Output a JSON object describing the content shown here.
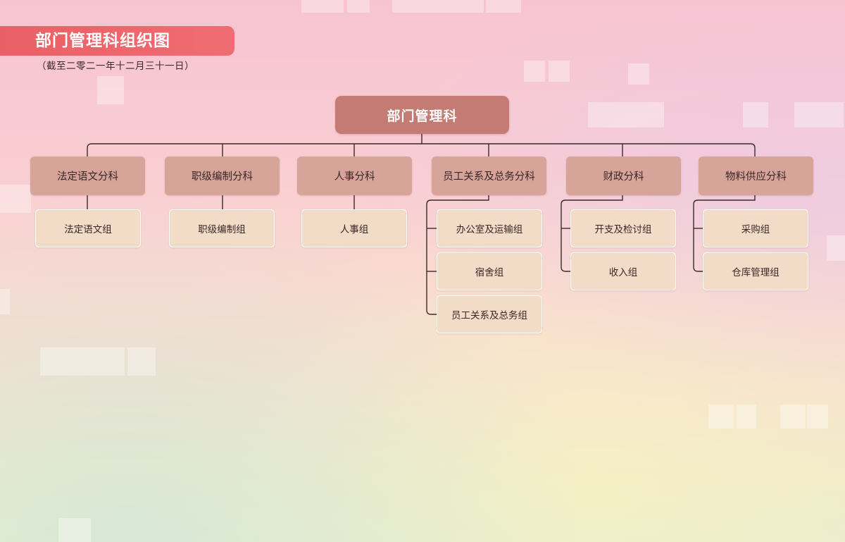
{
  "header": {
    "title": "部门管理科组织图",
    "subtitle": "（截至二零二一年十二月三十一日）"
  },
  "colors": {
    "title_banner": "#ea5f66",
    "root_box": "#c47b73",
    "division_box": "#d7a49a",
    "group_box": "#f2dcc7",
    "connector_line": "#3a2a2a"
  },
  "org_chart": {
    "root": {
      "label": "部门管理科"
    },
    "divisions": [
      {
        "label": "法定语文分科",
        "groups": [
          {
            "label": "法定语文组"
          }
        ]
      },
      {
        "label": "职级编制分科",
        "groups": [
          {
            "label": "职级编制组"
          }
        ]
      },
      {
        "label": "人事分科",
        "groups": [
          {
            "label": "人事组"
          }
        ]
      },
      {
        "label": "员工关系及总务分科",
        "groups": [
          {
            "label": "办公室及运输组"
          },
          {
            "label": "宿舍组"
          },
          {
            "label": "员工关系及总务组"
          }
        ]
      },
      {
        "label": "财政分科",
        "groups": [
          {
            "label": "开支及检讨组"
          },
          {
            "label": "收入组"
          }
        ]
      },
      {
        "label": "物料供应分科",
        "groups": [
          {
            "label": "采购组"
          },
          {
            "label": "仓库管理组"
          }
        ]
      }
    ]
  }
}
